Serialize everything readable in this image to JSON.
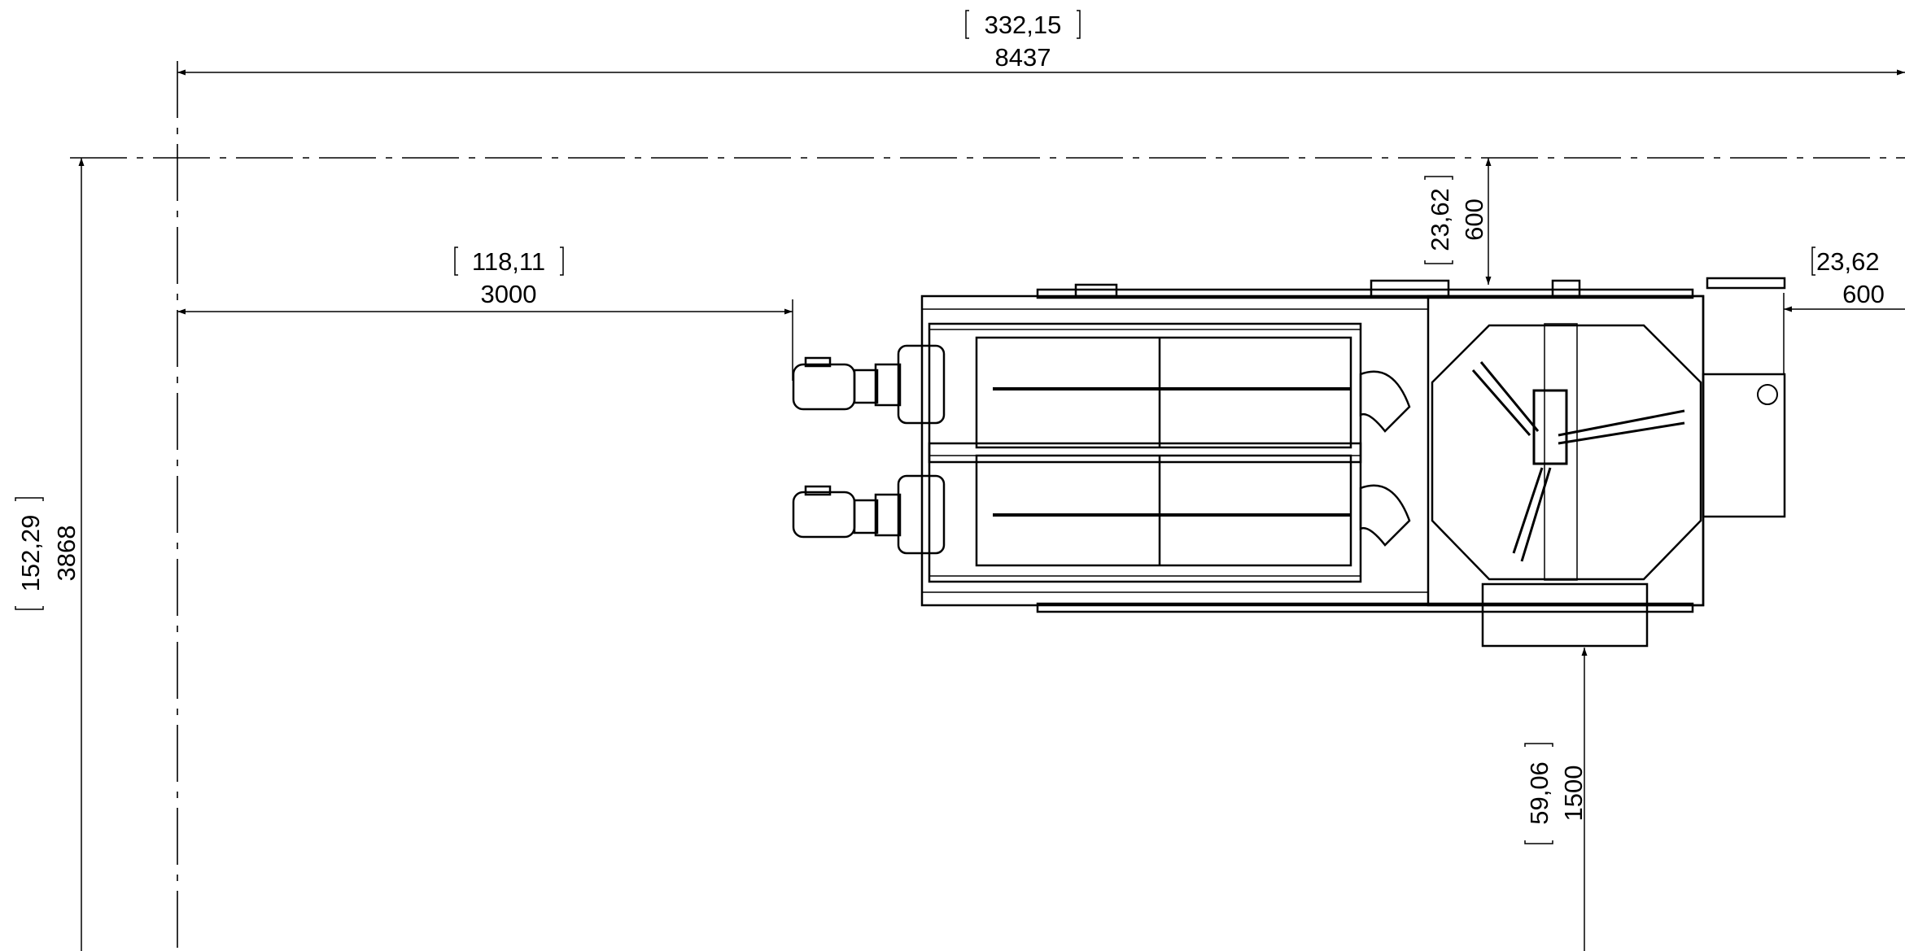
{
  "dimensions": {
    "total_width": {
      "inch": "332,15",
      "mm": "8437"
    },
    "total_height": {
      "inch": "152,29",
      "mm": "3868"
    },
    "left_clearance": {
      "inch": "118,11",
      "mm": "3000"
    },
    "top_clearance": {
      "inch": "23,62",
      "mm": "600"
    },
    "right_clearance": {
      "inch": "23,62",
      "mm": "600"
    },
    "bottom_clearance": {
      "inch": "59,06",
      "mm": "1500"
    }
  },
  "colors": {
    "line": "#000000",
    "background": "#ffffff"
  }
}
